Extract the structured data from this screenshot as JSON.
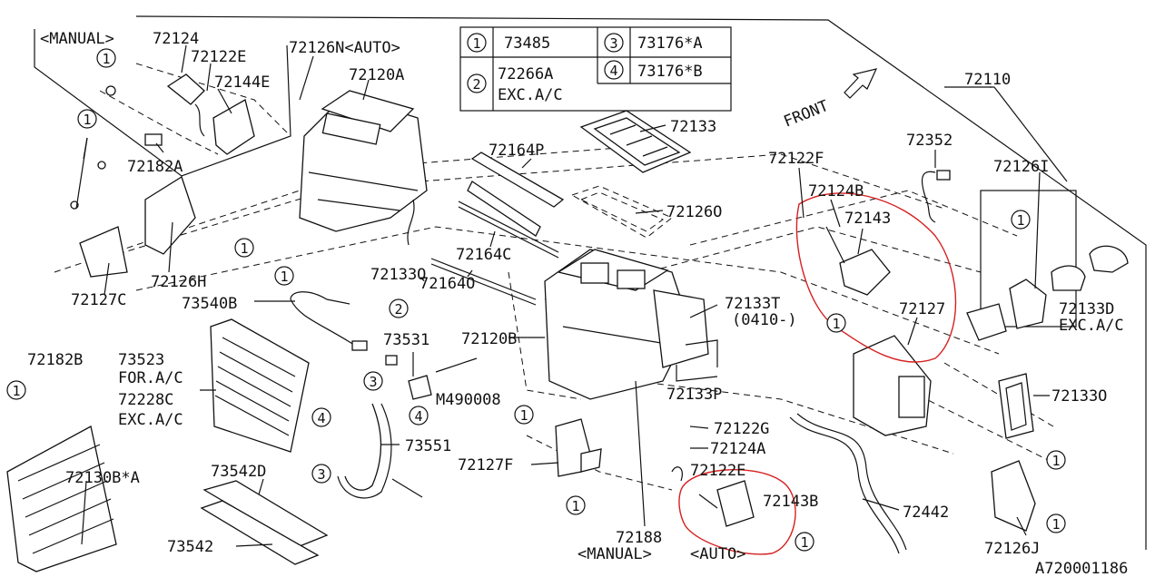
{
  "legend": {
    "rows": [
      {
        "num": "1",
        "part": "73485"
      },
      {
        "num": "3",
        "part": "73176*A"
      },
      {
        "num": "2",
        "part": "72266A",
        "note": "EXC.A/C"
      },
      {
        "num": "4",
        "part": "73176*B"
      }
    ]
  },
  "front_label": "FRONT",
  "diagram_code": "A720001186",
  "labels": {
    "l72110": "72110",
    "l72124": "72124",
    "lmanual_top": "<MANUAL>",
    "l72122E_top": "72122E",
    "l72144E": "72144E",
    "l72182A": "72182A",
    "l72126N": "72126N<AUTO>",
    "l72120A": "72120A",
    "l72133": "72133",
    "l72164P": "72164P",
    "l72126O": "72126O",
    "l72164C": "72164C",
    "l72133Q": "72133Q",
    "l72164O": "72164O",
    "l72126H": "72126H",
    "l72127C": "72127C",
    "l73540B": "73540B",
    "l73531": "73531",
    "l72120B": "72120B",
    "lM490008": "M490008",
    "l72182B": "72182B",
    "l73523": "73523",
    "lforac": "FOR.A/C",
    "l72228C": "72228C",
    "lexcac1": "EXC.A/C",
    "l72130B": "72130B*A",
    "l73551": "73551",
    "l73542D": "73542D",
    "l73542": "73542",
    "l72127F": "72127F",
    "l72188": "72188",
    "lmanual_bot": "<MANUAL>",
    "lauto_bot": "<AUTO>",
    "l72122E_bot": "72122E",
    "l72143B": "72143B",
    "l72124A": "72124A",
    "l72122G": "72122G",
    "l72133P": "72133P",
    "l72133T": "72133T",
    "l0410": "(0410-)",
    "l72122F": "72122F",
    "l72124B": "72124B",
    "l72143": "72143",
    "l72352": "72352",
    "l72127": "72127",
    "l72126I": "72126I",
    "l72133D": "72133D",
    "lexcac2": "EXC.A/C",
    "l72133O": "72133O",
    "l72442": "72442",
    "l72126J": "72126J"
  },
  "callouts": {
    "c1": "1",
    "c2": "2",
    "c3": "3",
    "c4": "4"
  }
}
